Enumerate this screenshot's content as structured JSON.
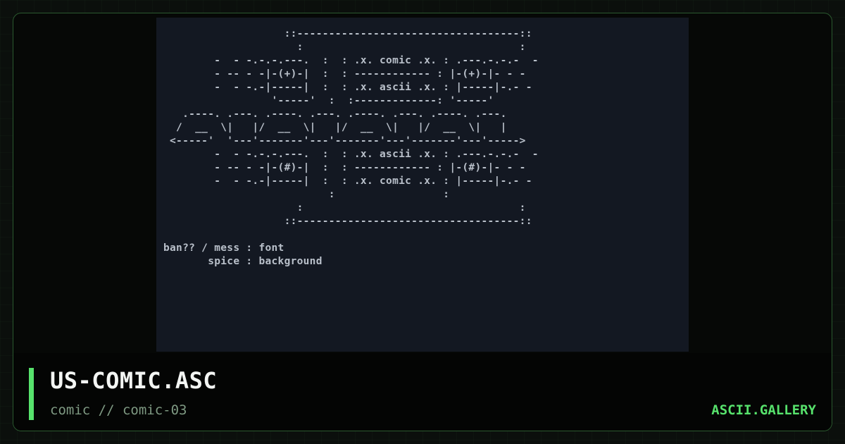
{
  "art": {
    "text": "                   ::-----------------------------------::\n                     :                                  :\n        -  - -.-.-.---.  :  : .x. comic .x. : .---.-.-.-  -\n        - -- - -|-(+)-|  :  : ------------ : |-(+)-|- - -\n        -  - -.-|-----|  :  : .x. ascii .x. : |-----|-.- -\n                 '-----'  :  :-------------: '-----'\n   .----. .---. .----. .---. .----. .---. .----. .---.\n  /  __  \\|   |/  __  \\|   |/  __  \\|   |/  __  \\|   |\n <-----'  '---'-------'---'-------'---'-------'---'----->\n        -  - -.-.-.---.  :  : .x. ascii .x. : .---.-.-.-  -\n        - -- - -|-(#)-|  :  : ------------ : |-(#)-|- - -\n        -  - -.-|-----|  :  : .x. comic .x. : |-----|-.- -\n                          :                 :\n                     :                                  :\n                   ::-----------------------------------::\n\nban?? / mess : font\n       spice : background"
  },
  "caption": {
    "title": "US-COMIC.ASC",
    "subtitle": "comic // comic-03",
    "brand": "ASCII.GALLERY"
  },
  "colors": {
    "accent": "#57e26c",
    "art_background": "#131822"
  }
}
